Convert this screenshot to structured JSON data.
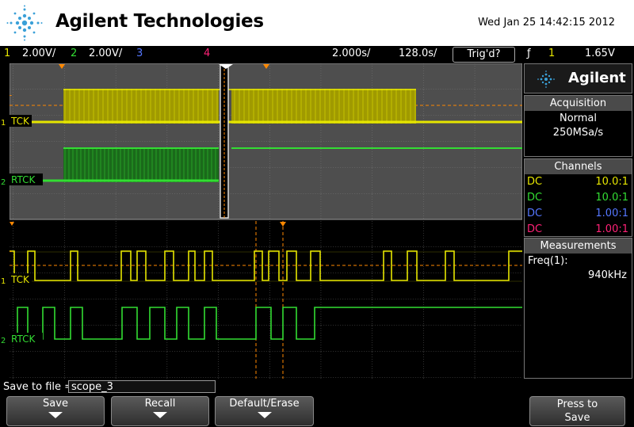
{
  "header": {
    "brand": "Agilent Technologies",
    "datetime": "Wed Jan 25 14:42:15 2012"
  },
  "status": {
    "ch1_num": "1",
    "ch1_scale": "2.00V/",
    "ch2_num": "2",
    "ch2_scale": "2.00V/",
    "ch3_num": "3",
    "ch4_num": "4",
    "timebase": "2.000s/",
    "delay": "128.0s/",
    "trig_state": "Trig'd?",
    "trig_slope": "ƒ",
    "trig_source": "1",
    "trig_level": "1.65V"
  },
  "colors": {
    "ch1": "#e6e600",
    "ch2": "#33dd33",
    "ch3": "#5577ff",
    "ch4": "#ff2277",
    "marker": "#ff8800",
    "panel_title": "#4a4a4a"
  },
  "waveform": {
    "upper": {
      "ch1_label": "TCK",
      "ch2_label": "RTCK",
      "ch1_num": "1",
      "ch2_num": "2",
      "trig_marker": "T"
    },
    "lower": {
      "ch1_label": "TCK",
      "ch2_label": "RTCK",
      "ch1_num": "1",
      "ch2_num": "2",
      "trig_marker": "T"
    }
  },
  "side": {
    "logo_text": "Agilent",
    "acquisition": {
      "title": "Acquisition",
      "mode": "Normal",
      "rate": "250MSa/s"
    },
    "channels": {
      "title": "Channels",
      "rows": [
        {
          "coupling": "DC",
          "probe": "10.0:1"
        },
        {
          "coupling": "DC",
          "probe": "10.0:1"
        },
        {
          "coupling": "DC",
          "probe": "1.00:1"
        },
        {
          "coupling": "DC",
          "probe": "1.00:1"
        }
      ]
    },
    "measurements": {
      "title": "Measurements",
      "name": "Freq(1):",
      "value": "940kHz"
    }
  },
  "save": {
    "label": "Save to file =",
    "filename": "scope_3"
  },
  "softkeys": {
    "save": "Save",
    "recall": "Recall",
    "default_erase": "Default/Erase",
    "press_line1": "Press to",
    "press_line2": "Save"
  }
}
